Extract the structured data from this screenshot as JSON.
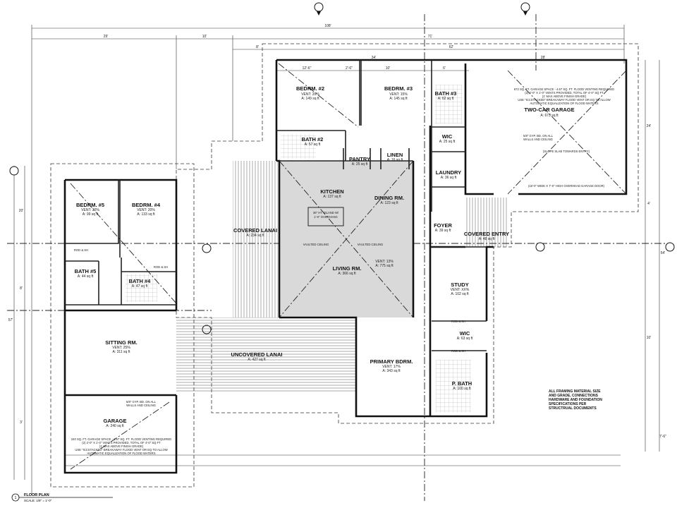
{
  "title": {
    "number": "1",
    "name": "FLOOR PLAN",
    "scale": "SCALE: 1/8\" = 1'-0\""
  },
  "dimensions": {
    "overall": "108'",
    "row2": [
      "29'",
      "10'",
      "71'"
    ],
    "row3": [
      "8'",
      "62'"
    ],
    "row4": [
      "34'",
      "28'"
    ],
    "row5": [
      "12'-6\"",
      "2'-6\"",
      "10'",
      "6'"
    ],
    "right": [
      "54'",
      "24'",
      "4'",
      "10'",
      "7'-6\""
    ],
    "left": [
      "57'",
      "20'",
      "8'",
      "3'"
    ]
  },
  "rooms": {
    "bedrm2": {
      "name": "BEDRM. #2",
      "vent": "VENT: 20%",
      "area": "A: 149 sq ft"
    },
    "bedrm3": {
      "name": "BEDRM. #3",
      "vent": "VENT: 15%",
      "area": "A: 145 sq ft"
    },
    "bath3": {
      "name": "BATH #3",
      "area": "A: 62 sq ft"
    },
    "garage2": {
      "name": "TWO-CAR GARAGE",
      "area": "A: 673 sq ft"
    },
    "bath2": {
      "name": "BATH #2",
      "area": "A: 57 sq ft"
    },
    "pantry": {
      "name": "PANTRY",
      "area": "A: 25 sq ft"
    },
    "linen": {
      "name": "LINEN",
      "area": "A: 16 sq ft"
    },
    "wic1": {
      "name": "WIC",
      "area": "A: 25 sq ft"
    },
    "laundry": {
      "name": "LAUNDRY",
      "area": "A: 36 sq ft"
    },
    "kitchen": {
      "name": "KITCHEN",
      "area": "A: 137 sq ft"
    },
    "dining": {
      "name": "DINING RM.",
      "area": "A: 123 sq ft"
    },
    "living": {
      "name": "LIVING RM.",
      "area": "A: 366 sq ft"
    },
    "great": {
      "vent": "VENT: 13%",
      "area": "A: 775 sq ft"
    },
    "covlanai": {
      "name": "COVERED LANAI",
      "area": "A: 234 sq ft"
    },
    "foyer": {
      "name": "FOYER",
      "area": "A: 39 sq ft"
    },
    "coventry": {
      "name": "COVERED ENTRY",
      "area": "A: 48 sq ft"
    },
    "study": {
      "name": "STUDY",
      "vent": "VENT: XX%",
      "area": "A: 102 sq ft"
    },
    "wic2": {
      "name": "WIC",
      "area": "A: 63 sq ft"
    },
    "pbath": {
      "name": "P. BATH",
      "area": "A: 100 sq ft"
    },
    "primary": {
      "name": "PRIMARY BDRM.",
      "vent": "VENT: 17%",
      "area": "A: 343 sq ft"
    },
    "uncovlanai": {
      "name": "UNCOVERED LANAI",
      "area": "A: 427 sq ft"
    },
    "bedrm5": {
      "name": "BEDRM. #5",
      "vent": "VENT: 30%",
      "area": "A: 99 sq ft"
    },
    "bedrm4": {
      "name": "BEDRM. #4",
      "vent": "VENT: 20%",
      "area": "A: 133 sq ft"
    },
    "bath5": {
      "name": "BATH #5",
      "area": "A: 44 sq ft"
    },
    "bath4": {
      "name": "BATH #4",
      "area": "A: 47 sq ft"
    },
    "sitting": {
      "name": "SITTING RM.",
      "vent": "VENT: 25%",
      "area": "A: 311 sq ft"
    },
    "garage1": {
      "name": "GARAGE",
      "area": "A: 240 sq ft"
    }
  },
  "annotations": {
    "garage2_vent": [
      "672 SQ. FT. GARAGE SPACE - 4.67 SQ. FT. FLOOD VENTING REQUIRED",
      "(2) 2'-0\" X 1'-0\" VENTS PROVIDED, TOTAL OF 4'-0\" SQ FT",
      "(1' MAX ABOVE FINISH GRADE)",
      "USE \"ICCSTACKED\" BREAKAWAY FLOOD VENT OR EQ TO ALLOW",
      "AUTOMATIC EQUALIZATION OF FLOOD WATERS"
    ],
    "garage2_gyp": [
      "5/8\" GYP. BD. ON ALL",
      "WALLS AND CEILING"
    ],
    "garage2_slope": "(SLOPE SLAB TOWARDS ENTRY)",
    "garage2_door": "(16'-0\" WIDE X 7'-0\" HIGH OVERHEAD GARAGE DOOR)",
    "garage1_vent": [
      "240 SQ. FT. GARAGE SPACE - 1.67 SQ. FT. FLOOD VENTING REQUIRED",
      "(2) 2'-0\" X 1'-0\" VENTS PROVIDED, TOTAL OF 4'-0\" SQ FT",
      "(1' MAX ABOVE FINISH GRADE)",
      "USE \"ICCSTACKED\" BREAKAWAY FLOOD VENT OR EQ TO ALLOW",
      "AUTOMATIC EQUALIZATION OF FLOOD WATERS"
    ],
    "garage1_gyp": [
      "5/8\" GYP. BD. ON ALL",
      "WALLS AND CEILING"
    ],
    "island": [
      "36\" HT. ISLAND W/",
      "1'-0\" OVERHANG"
    ],
    "vaulted": "VAULTED CEILING",
    "rod": "ROD & SH",
    "framing_note": [
      "ALL FRAMING MATERIAL SIZE",
      "AND GRADE, CONNECTIONS",
      "HARDWARE AND FOUNDATION",
      "SPECIFICATIONS PER",
      "STRUCTRUAL DOCUMENTS"
    ]
  },
  "colors": {
    "interior_fill": "#d9d9d9",
    "line": "#111111",
    "background": "#ffffff"
  }
}
